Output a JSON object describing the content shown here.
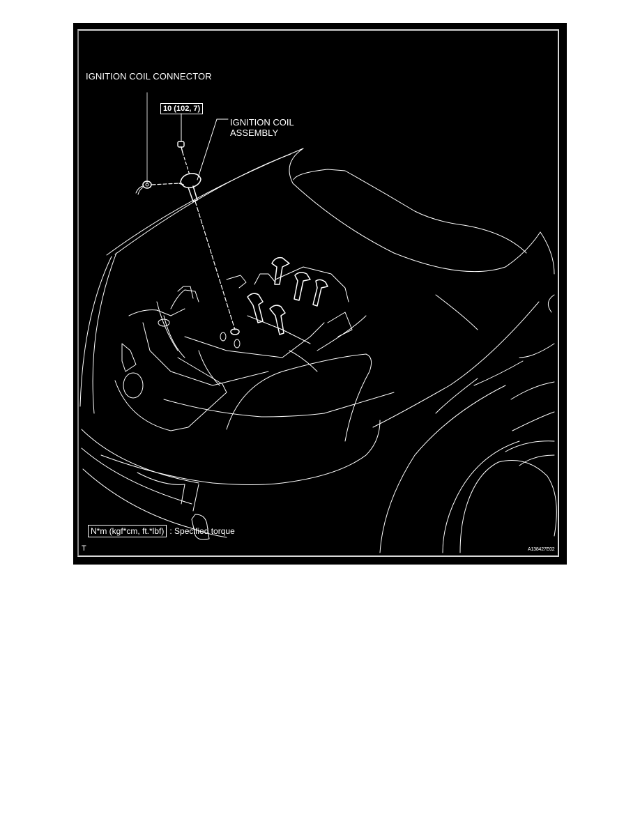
{
  "figure": {
    "background_color": "#000000",
    "line_color": "#ffffff",
    "callouts": {
      "connector_label": "IGNITION COIL CONNECTOR",
      "assembly_label_line1": "IGNITION COIL",
      "assembly_label_line2": "ASSEMBLY",
      "torque_value": "10 (102, 7)"
    },
    "legend": {
      "unit_box": "N*m (kgf*cm, ft.*lbf)",
      "description": ": Specified torque"
    },
    "corner_mark": "T",
    "figure_code": "A138427E02"
  }
}
